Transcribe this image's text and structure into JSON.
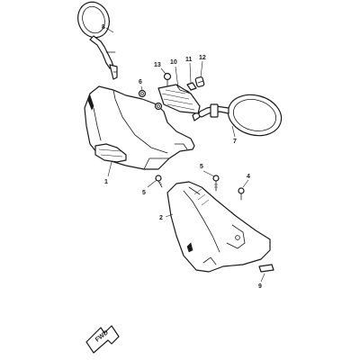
{
  "callouts": {
    "c1": "1",
    "c2": "2",
    "c4": "4",
    "c5a": "5",
    "c5b": "5",
    "c6": "6",
    "c7": "7",
    "c8": "8",
    "c9": "9",
    "c10": "10",
    "c11": "11",
    "c12": "12",
    "c13": "13"
  },
  "front_arrow": {
    "label": "FWD"
  }
}
